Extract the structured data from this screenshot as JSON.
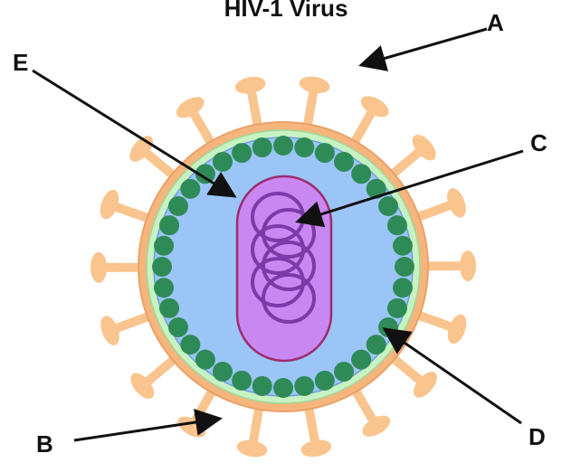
{
  "title": "HIV-1 Virus",
  "labels": {
    "A": "A",
    "B": "B",
    "C": "C",
    "D": "D",
    "E": "E"
  },
  "colors": {
    "spike": "#F9C48E",
    "envelope": "#F5B57C",
    "matrix_ring": "#C7F2C2",
    "capsid_interior": "#9CC5F7",
    "protein_dots": "#2E8B57",
    "core": "#C987F2",
    "core_outline": "#9B2E6E",
    "rna": "#7A3BA8",
    "arrows": "#111111"
  }
}
